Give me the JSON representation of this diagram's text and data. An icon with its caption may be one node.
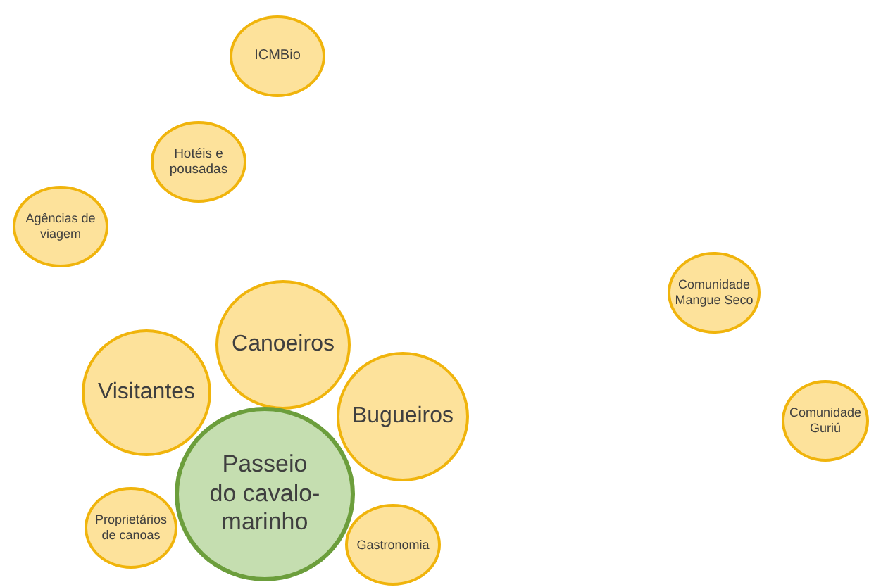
{
  "diagram": {
    "nodes": [
      {
        "text": [
          "ICMBio"
        ]
      },
      {
        "text": [
          "Hotéis e pousadas"
        ]
      },
      {
        "text": [
          "Agências de viagem"
        ]
      },
      {
        "text": [
          "Comunidade Mangue Seco"
        ]
      },
      {
        "text": [
          "Comunidade Guriú"
        ]
      },
      {
        "text": [
          "Canoeiros"
        ]
      },
      {
        "text": [
          "Visitantes"
        ]
      },
      {
        "text": [
          "Bugueiros"
        ]
      },
      {
        "text": [
          "Passeio do cavalo-marinho"
        ]
      },
      {
        "text": [
          "Proprietários de canoas"
        ]
      },
      {
        "text": [
          "Gastronomia"
        ]
      }
    ]
  }
}
